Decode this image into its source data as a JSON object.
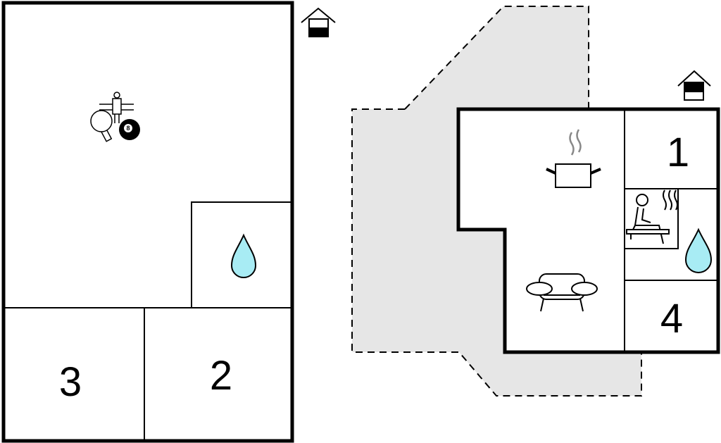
{
  "floor_plan": {
    "left_building": {
      "rooms": [
        {
          "number": "3"
        },
        {
          "number": "2"
        }
      ],
      "icons": [
        "foosball-icon",
        "table-tennis-icon",
        "billiard-ball-icon",
        "water-drop-icon",
        "house-icon"
      ],
      "billiard_ball_label": "8"
    },
    "right_building": {
      "rooms": [
        {
          "number": "1"
        },
        {
          "number": "4"
        }
      ],
      "icons": [
        "cooking-pot-icon",
        "sofa-icon",
        "sauna-icon",
        "water-drop-icon",
        "house-icon"
      ]
    },
    "colors": {
      "wall": "#000000",
      "terrace": "#e6e6e6",
      "water": "#a8ecf4"
    }
  }
}
